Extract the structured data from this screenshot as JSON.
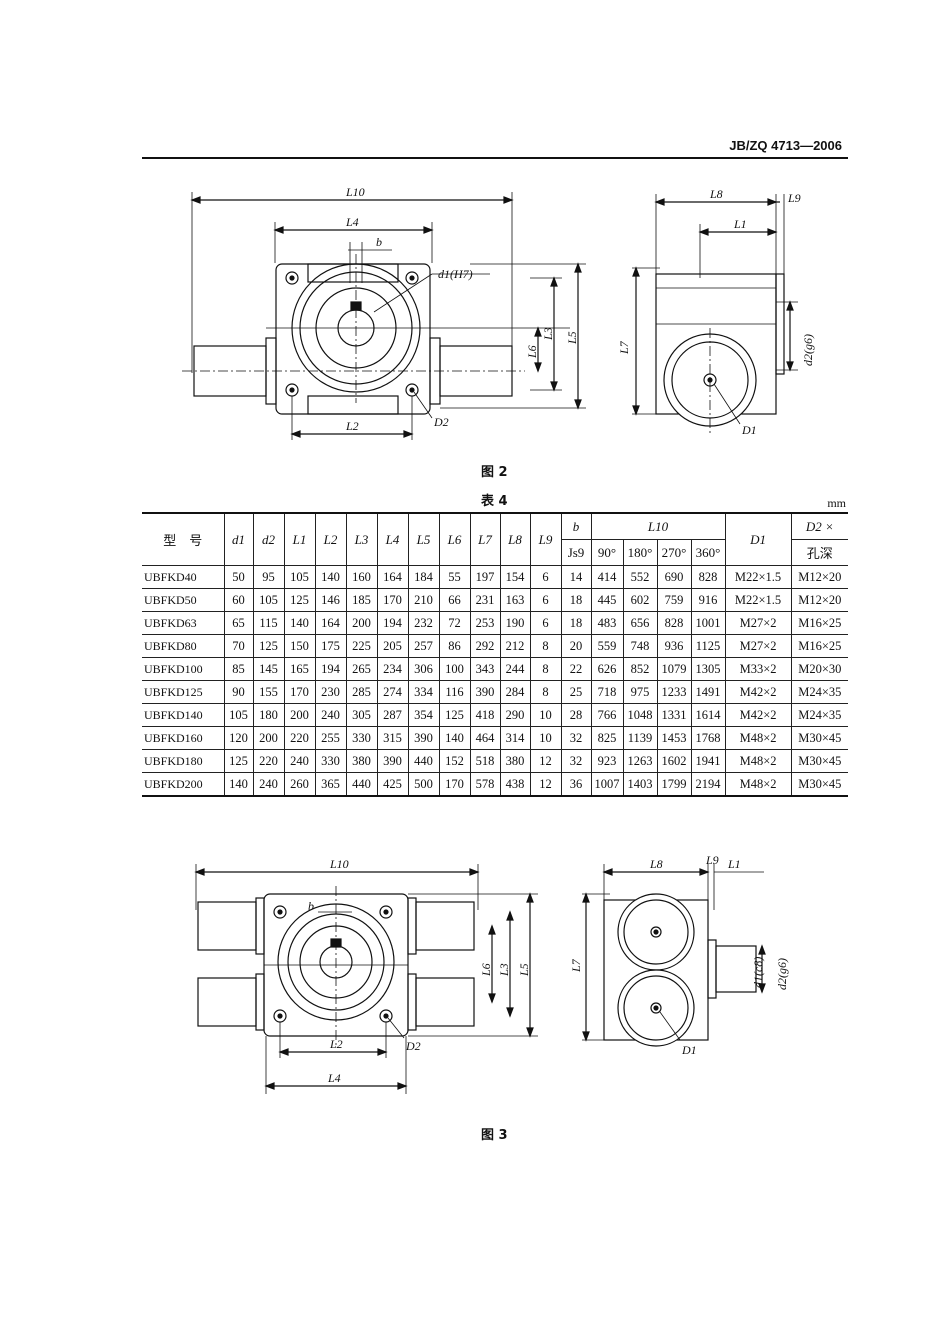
{
  "header": {
    "code": "JB/ZQ 4713—2006"
  },
  "figure2": {
    "caption": "图 2",
    "labels": {
      "L10": "L10",
      "L4": "L4",
      "b": "b",
      "d1": "d1(H7)",
      "L3": "L3",
      "L5": "L5",
      "L6": "L6",
      "L2": "L2",
      "D2": "D2",
      "L8": "L8",
      "L9": "L9",
      "L1": "L1",
      "L7": "L7",
      "d2": "d2(g6)",
      "D1": "D1"
    }
  },
  "table4": {
    "caption": "表 4",
    "unit": "mm",
    "header": {
      "model": "型　号",
      "cols": [
        "d1",
        "d2",
        "L1",
        "L2",
        "L3",
        "L4",
        "L5",
        "L6",
        "L7",
        "L8",
        "L9"
      ],
      "b": "b",
      "js9": "Js9",
      "l10": "L10",
      "angles": [
        "90°",
        "180°",
        "270°",
        "360°"
      ],
      "D1": "D1",
      "D2_top": "D2 ×",
      "D2_bottom": "孔深"
    },
    "rows": [
      [
        "UBFKD40",
        "50",
        "95",
        "105",
        "140",
        "160",
        "164",
        "184",
        "55",
        "197",
        "154",
        "6",
        "14",
        "414",
        "552",
        "690",
        "828",
        "M22×1.5",
        "M12×20"
      ],
      [
        "UBFKD50",
        "60",
        "105",
        "125",
        "146",
        "185",
        "170",
        "210",
        "66",
        "231",
        "163",
        "6",
        "18",
        "445",
        "602",
        "759",
        "916",
        "M22×1.5",
        "M12×20"
      ],
      [
        "UBFKD63",
        "65",
        "115",
        "140",
        "164",
        "200",
        "194",
        "232",
        "72",
        "253",
        "190",
        "6",
        "18",
        "483",
        "656",
        "828",
        "1001",
        "M27×2",
        "M16×25"
      ],
      [
        "UBFKD80",
        "70",
        "125",
        "150",
        "175",
        "225",
        "205",
        "257",
        "86",
        "292",
        "212",
        "8",
        "20",
        "559",
        "748",
        "936",
        "1125",
        "M27×2",
        "M16×25"
      ],
      [
        "UBFKD100",
        "85",
        "145",
        "165",
        "194",
        "265",
        "234",
        "306",
        "100",
        "343",
        "244",
        "8",
        "22",
        "626",
        "852",
        "1079",
        "1305",
        "M33×2",
        "M20×30"
      ],
      [
        "UBFKD125",
        "90",
        "155",
        "170",
        "230",
        "285",
        "274",
        "334",
        "116",
        "390",
        "284",
        "8",
        "25",
        "718",
        "975",
        "1233",
        "1491",
        "M42×2",
        "M24×35"
      ],
      [
        "UBFKD140",
        "105",
        "180",
        "200",
        "240",
        "305",
        "287",
        "354",
        "125",
        "418",
        "290",
        "10",
        "28",
        "766",
        "1048",
        "1331",
        "1614",
        "M42×2",
        "M24×35"
      ],
      [
        "UBFKD160",
        "120",
        "200",
        "220",
        "255",
        "330",
        "315",
        "390",
        "140",
        "464",
        "314",
        "10",
        "32",
        "825",
        "1139",
        "1453",
        "1768",
        "M48×2",
        "M30×45"
      ],
      [
        "UBFKD180",
        "125",
        "220",
        "240",
        "330",
        "380",
        "390",
        "440",
        "152",
        "518",
        "380",
        "12",
        "32",
        "923",
        "1263",
        "1602",
        "1941",
        "M48×2",
        "M30×45"
      ],
      [
        "UBFKD200",
        "140",
        "240",
        "260",
        "365",
        "440",
        "425",
        "500",
        "170",
        "578",
        "438",
        "12",
        "36",
        "1007",
        "1403",
        "1799",
        "2194",
        "M48×2",
        "M30×45"
      ]
    ]
  },
  "figure3": {
    "caption": "图 3",
    "labels": {
      "L10": "L10",
      "b": "b",
      "L6": "L6",
      "L3": "L3",
      "L5": "L5",
      "L2": "L2",
      "D2": "D2",
      "L4": "L4",
      "L8": "L8",
      "L9": "L9",
      "L1": "L1",
      "L7": "L7",
      "d1": "d1(c8)",
      "d2": "d2(g6)",
      "D1": "D1"
    }
  }
}
